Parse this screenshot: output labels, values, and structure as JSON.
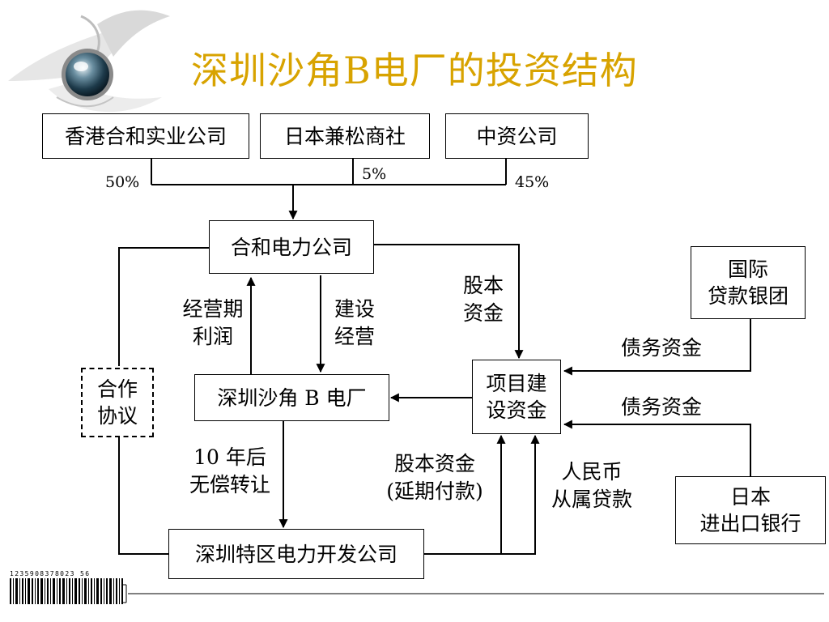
{
  "title": "深圳沙角B电厂的投资结构",
  "nodes": {
    "hk": "香港合和实业公司",
    "jp": "日本兼松商社",
    "cn": "中资公司",
    "hehe": "合和电力公司",
    "plant": "深圳沙角 B 电厂",
    "proj": "项目建\n设资金",
    "sz": "深圳特区电力开发公司",
    "intl": "国际\n贷款银团",
    "jpbank": "日本\n进出口银行",
    "coop": "合作\n协议"
  },
  "percentages": {
    "hk": "50%",
    "jp": "5%",
    "cn": "45%"
  },
  "labels": {
    "profit": "经营期\n利润",
    "build": "建设\n经营",
    "equity": "股本\n资金",
    "debt1": "债务资金",
    "debt2": "债务资金",
    "transfer": "10 年后\n无偿转让",
    "equity_deferred": "股本资金\n(延期付款)",
    "rmb": "人民币\n从属贷款"
  },
  "barcode": {
    "number": "1235908378023 56"
  }
}
